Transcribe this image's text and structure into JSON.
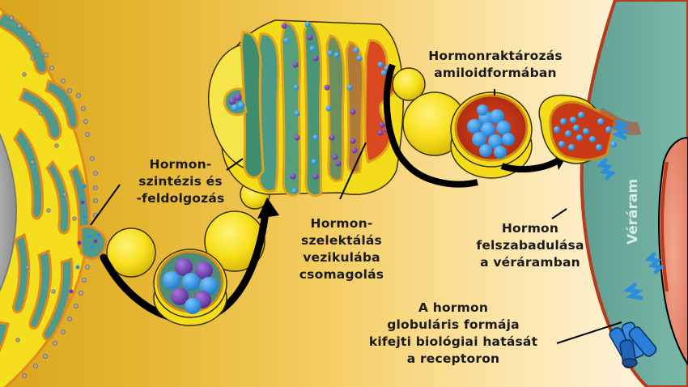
{
  "diagram": {
    "title": "Hormone synthesis, packaging, storage and release pathway",
    "labels": {
      "synthesis": [
        "Hormon-",
        "szintézis és",
        "-feldolgozás"
      ],
      "packaging": [
        "Hormon-",
        "szelektálás",
        "vezikulába",
        "csomagolás"
      ],
      "storage": [
        "Hormonraktározás",
        "amiloidformában"
      ],
      "release": [
        "Hormon",
        "felszabadulása",
        "a véráramban"
      ],
      "receptor_action": [
        "A hormon",
        "globuláris formája",
        "kifejti biológiai hatását",
        "a receptoron"
      ],
      "bloodstream": "Véráram"
    },
    "components": [
      "endoplasmic-reticulum",
      "transport-vesicle",
      "golgi-apparatus",
      "secretory-granule-amyloid",
      "exocytosis-vesicle",
      "blood-vessel",
      "hormone-helix",
      "membrane-receptor"
    ],
    "colors": {
      "background_left": "#d9a51c",
      "background_right": "#fdf3dc",
      "membrane_yellow": "#f6e11c",
      "membrane_orange": "#e48a1a",
      "er_lumen": "#4f9a8a",
      "golgi_green": "#3f9470",
      "golgi_red": "#d9481f",
      "granule_red": "#c93a17",
      "hormone_blue": "#2b8fe0",
      "hormone_purple": "#6a3fa8",
      "blood_teal": "#6fb3a2",
      "vessel_wall": "#b83a1c",
      "ribosome_grey": "#9a9a9a",
      "arrow_black": "#000000"
    }
  }
}
